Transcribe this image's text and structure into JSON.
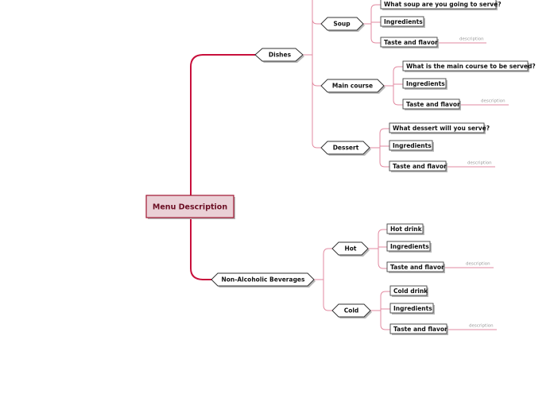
{
  "colors": {
    "accent": "#c8103c",
    "branch": "#e28aa0",
    "root_fill": "#ead0d6",
    "root_border": "#a0142f",
    "root_text": "#6b0e23"
  },
  "root": {
    "label": "Menu Description"
  },
  "branches": {
    "dishes": {
      "label": "Dishes",
      "soup": {
        "label": "Soup",
        "question": "What soup are you going to serve?",
        "ingredients": "Ingredients",
        "taste": "Taste and flavor",
        "description": "description"
      },
      "main": {
        "label": "Main course",
        "question": "What is the main course to be served?",
        "ingredients": "Ingredients",
        "taste": "Taste and flavor",
        "description": "description"
      },
      "dessert": {
        "label": "Dessert",
        "question": "What dessert will you serve?",
        "ingredients": "Ingredients",
        "taste": "Taste and flavor",
        "description": "description"
      }
    },
    "beverages": {
      "label": "Non-Alcoholic Beverages",
      "hot": {
        "label": "Hot",
        "question": "Hot drink",
        "ingredients": "Ingredients",
        "taste": "Taste and flavor",
        "description": "description"
      },
      "cold": {
        "label": "Cold",
        "question": "Cold drink",
        "ingredients": "Ingredients",
        "taste": "Taste and flavor",
        "description": "description"
      }
    }
  }
}
